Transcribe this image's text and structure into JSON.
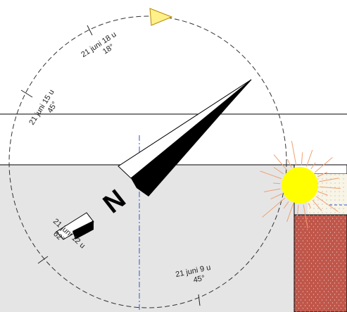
{
  "colors": {
    "background": "#ffffff",
    "ground": "#e5e5e5",
    "sun_fill": "#ffff00",
    "sun_rays": "#f0a070",
    "brick_wall": "#c0564a",
    "brick_dots": "#f2d4cc",
    "meridian": "#3355cc",
    "sun_path": "#333333",
    "marker": "#fff08a"
  },
  "icons": {
    "sun": "sun-icon",
    "north_arrow": "north-arrow-icon",
    "direction_marker": "triangle-marker-icon"
  },
  "north": {
    "letter": "N"
  },
  "sun_positions": [
    {
      "time": "21 juni 18 u",
      "angle": "18°"
    },
    {
      "time": "21 juni 15 u",
      "angle": "45°"
    },
    {
      "time": "21 juni 12 u",
      "angle": "62°"
    },
    {
      "time": "21 juni 9 u",
      "angle": "45°"
    }
  ]
}
